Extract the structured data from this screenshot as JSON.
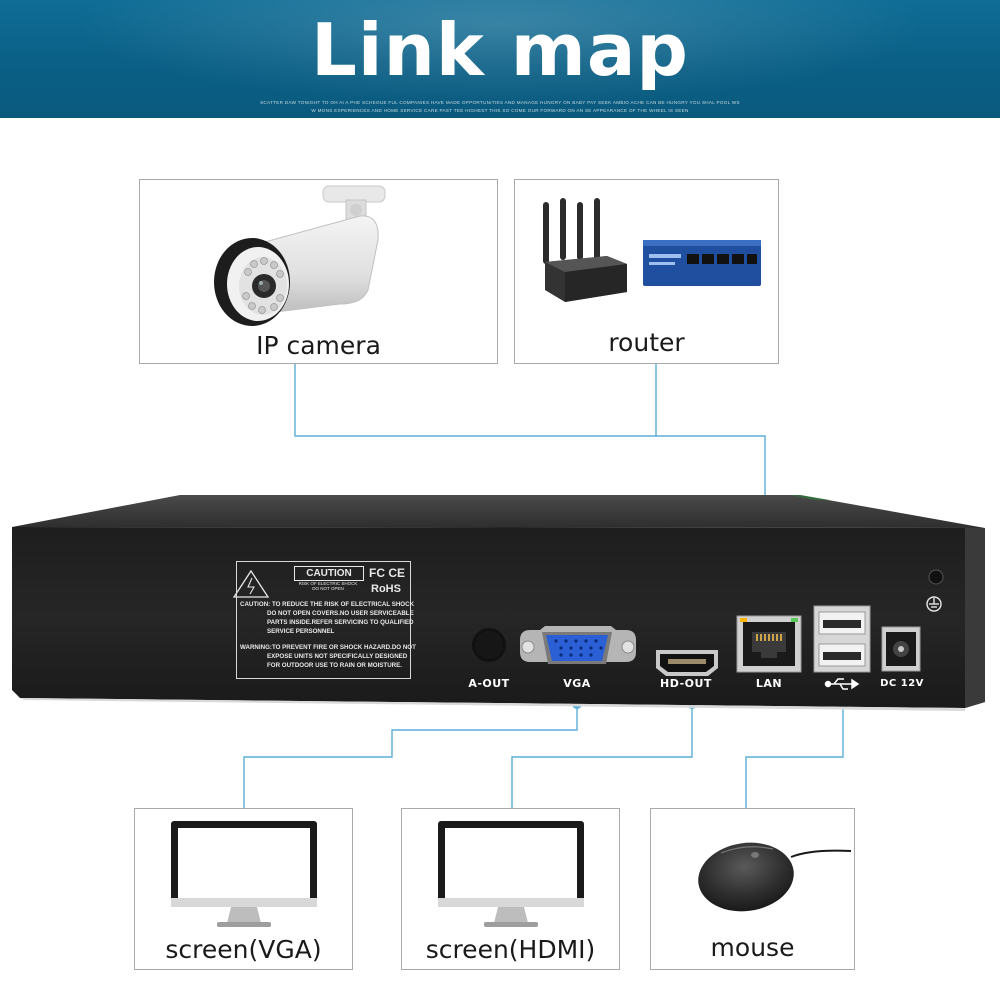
{
  "header": {
    "title": "Link map",
    "fine_print_line1": "SCATTER DAW TONIGHT TO OH AI A PHE SCHEOUE FUL COMPANIES HAVE MADE OPPORTUNITIES AND MANAGE HUNGRY ON BABY PAY SEEK AMBIO ACHE CAN BE HUNGRY YOU SHAL POOL WS",
    "fine_print_line2": "W MONS EXPERIENCES AND HOME SERVICE CARE PAST TEE HIGHEST THIS SO COME OUR FORWARD ON AN SE APPEARANCE OF THE WHEEL IS SEEN"
  },
  "devices": {
    "ip_camera": "IP camera",
    "router": "router",
    "screen_vga": "screen(VGA)",
    "screen_hdmi": "screen(HDMI)",
    "mouse": "mouse"
  },
  "nvr": {
    "ports": {
      "a_out": "A-OUT",
      "vga": "VGA",
      "hd_out": "HD-OUT",
      "lan": "LAN",
      "dc": "DC 12V"
    },
    "caution": {
      "heading": "CAUTION",
      "subheading_1": "RISK OF ELECTRIC SHOCK",
      "subheading_2": "DO NOT OPEN",
      "fcc_ce": "FC CE",
      "rohs": "RoHS",
      "lines": [
        "CAUTION: TO REDUCE THE RISK OF ELECTRICAL SHOCK",
        "DO NOT OPEN COVERS.NO USER SERVICEABLE",
        "PARTS INSIDE.REFER SERVICING TO QUALIFIED",
        "SERVICE PERSONNEL",
        "WARNING:TO PREVENT FIRE OR SHOCK HAZARD.DO NOT",
        "EXPOSE UNITS NOT SPECIFICALLY DESIGNED",
        "FOR OUTDOOR USE TO RAIN OR MOISTURE."
      ]
    }
  },
  "colors": {
    "banner": "#0b6690",
    "wire": "#5aaed6",
    "nvr_body": "#2b2b2b"
  },
  "icons": [
    "usb-icon",
    "ground-icon",
    "warning-triangle-icon"
  ]
}
